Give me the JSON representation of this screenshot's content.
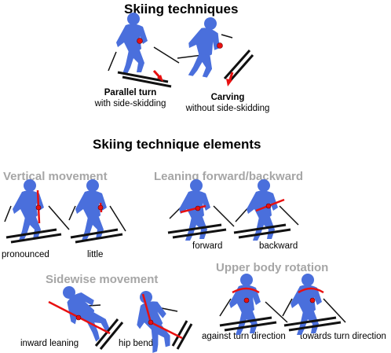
{
  "title": "Skiing techniques",
  "techniques": [
    {
      "name": "Parallel turn",
      "detail": "with side-skidding"
    },
    {
      "name": "Carving",
      "detail": "without side-skidding"
    }
  ],
  "elements_title": "Skiing technique elements",
  "groups": [
    {
      "title": "Vertical movement",
      "labels": [
        "pronounced",
        "little"
      ]
    },
    {
      "title": "Leaning forward/backward",
      "labels": [
        "forward",
        "backward"
      ]
    },
    {
      "title": "Sidewise movement",
      "labels": [
        "inward leaning",
        "hip bend"
      ]
    },
    {
      "title": "Upper body rotation",
      "labels": [
        "against turn direction",
        "towards turn direction"
      ]
    }
  ],
  "colors": {
    "skier": "#4a6fdc",
    "indicator": "#e81010",
    "heading_gray": "#a6a6a6",
    "ski": "#111111"
  },
  "icons": [
    "skier-figure",
    "ski-pole",
    "ski",
    "direction-arrow",
    "indicator-line"
  ]
}
